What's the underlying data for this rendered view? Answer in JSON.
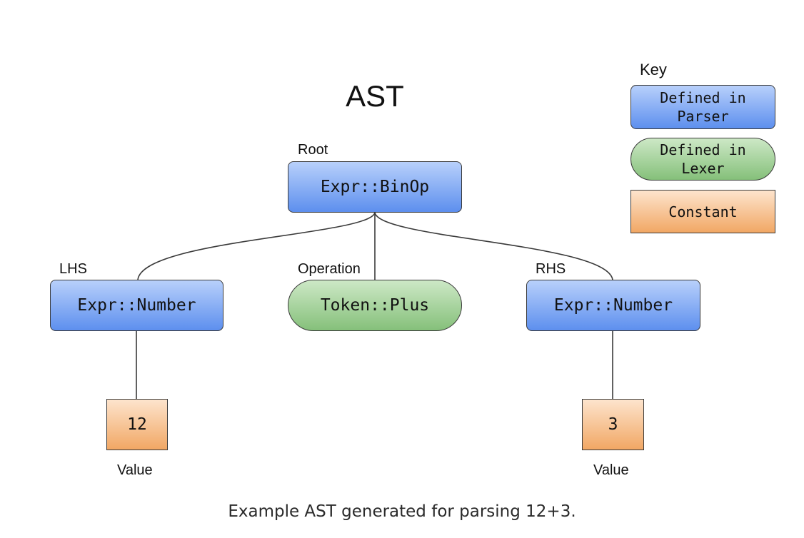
{
  "diagram": {
    "title": "AST",
    "nodes": {
      "root": {
        "label": "Root",
        "text": "Expr::BinOp",
        "kind": "parser"
      },
      "lhs": {
        "label": "LHS",
        "text": "Expr::Number",
        "kind": "parser"
      },
      "operation": {
        "label": "Operation",
        "text": "Token::Plus",
        "kind": "lexer"
      },
      "rhs": {
        "label": "RHS",
        "text": "Expr::Number",
        "kind": "parser"
      },
      "lhs_value": {
        "label": "Value",
        "text": "12",
        "kind": "constant"
      },
      "rhs_value": {
        "label": "Value",
        "text": "3",
        "kind": "constant"
      }
    },
    "edges": [
      [
        "root",
        "lhs"
      ],
      [
        "root",
        "operation"
      ],
      [
        "root",
        "rhs"
      ],
      [
        "lhs",
        "lhs_value"
      ],
      [
        "rhs",
        "rhs_value"
      ]
    ],
    "key": {
      "title": "Key",
      "items": [
        {
          "text": "Defined in\nParser",
          "kind": "parser"
        },
        {
          "text": "Defined in\nLexer",
          "kind": "lexer"
        },
        {
          "text": "Constant",
          "kind": "constant"
        }
      ]
    },
    "colors": {
      "parser_top": "#b8d0fb",
      "parser_bottom": "#5d8fee",
      "lexer_top": "#cde8c6",
      "lexer_bottom": "#85c07a",
      "constant_top": "#fde4cd",
      "constant_bottom": "#f1a764",
      "stroke": "#3a3a3a"
    }
  },
  "caption": "Example AST generated for parsing 12+3."
}
